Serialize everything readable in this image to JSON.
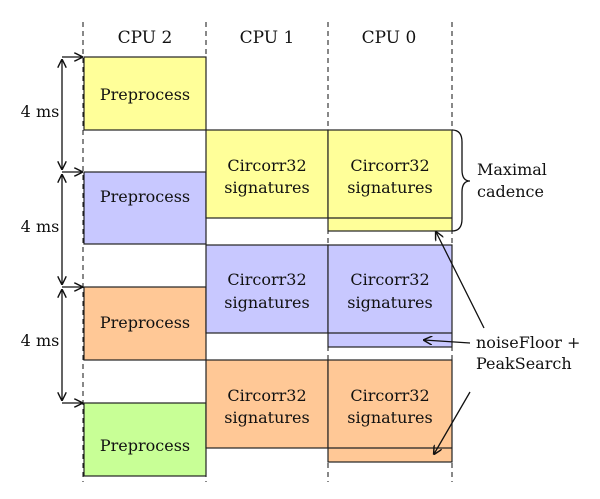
{
  "columns": [
    "CPU 2",
    "CPU 1",
    "CPU 0"
  ],
  "interval_labels": [
    "4 ms",
    "4 ms",
    "4 ms"
  ],
  "preprocess": [
    {
      "label": "Preprocess",
      "color": "#ffff99"
    },
    {
      "label": "Preprocess",
      "color": "#c8c8ff"
    },
    {
      "label": "Preprocess",
      "color": "#ffc896"
    },
    {
      "label": "Preprocess",
      "color": "#c8ff96"
    }
  ],
  "circorr": [
    {
      "line1": "Circorr32",
      "line2": "signatures",
      "color": "#ffff99"
    },
    {
      "line1": "Circorr32",
      "line2": "signatures",
      "color": "#c8c8ff"
    },
    {
      "line1": "Circorr32",
      "line2": "signatures",
      "color": "#ffc896"
    }
  ],
  "annotations": {
    "cadence_line1": "Maximal",
    "cadence_line2": "cadence",
    "noise_line1": "noiseFloor +",
    "noise_line2": "PeakSearch"
  }
}
